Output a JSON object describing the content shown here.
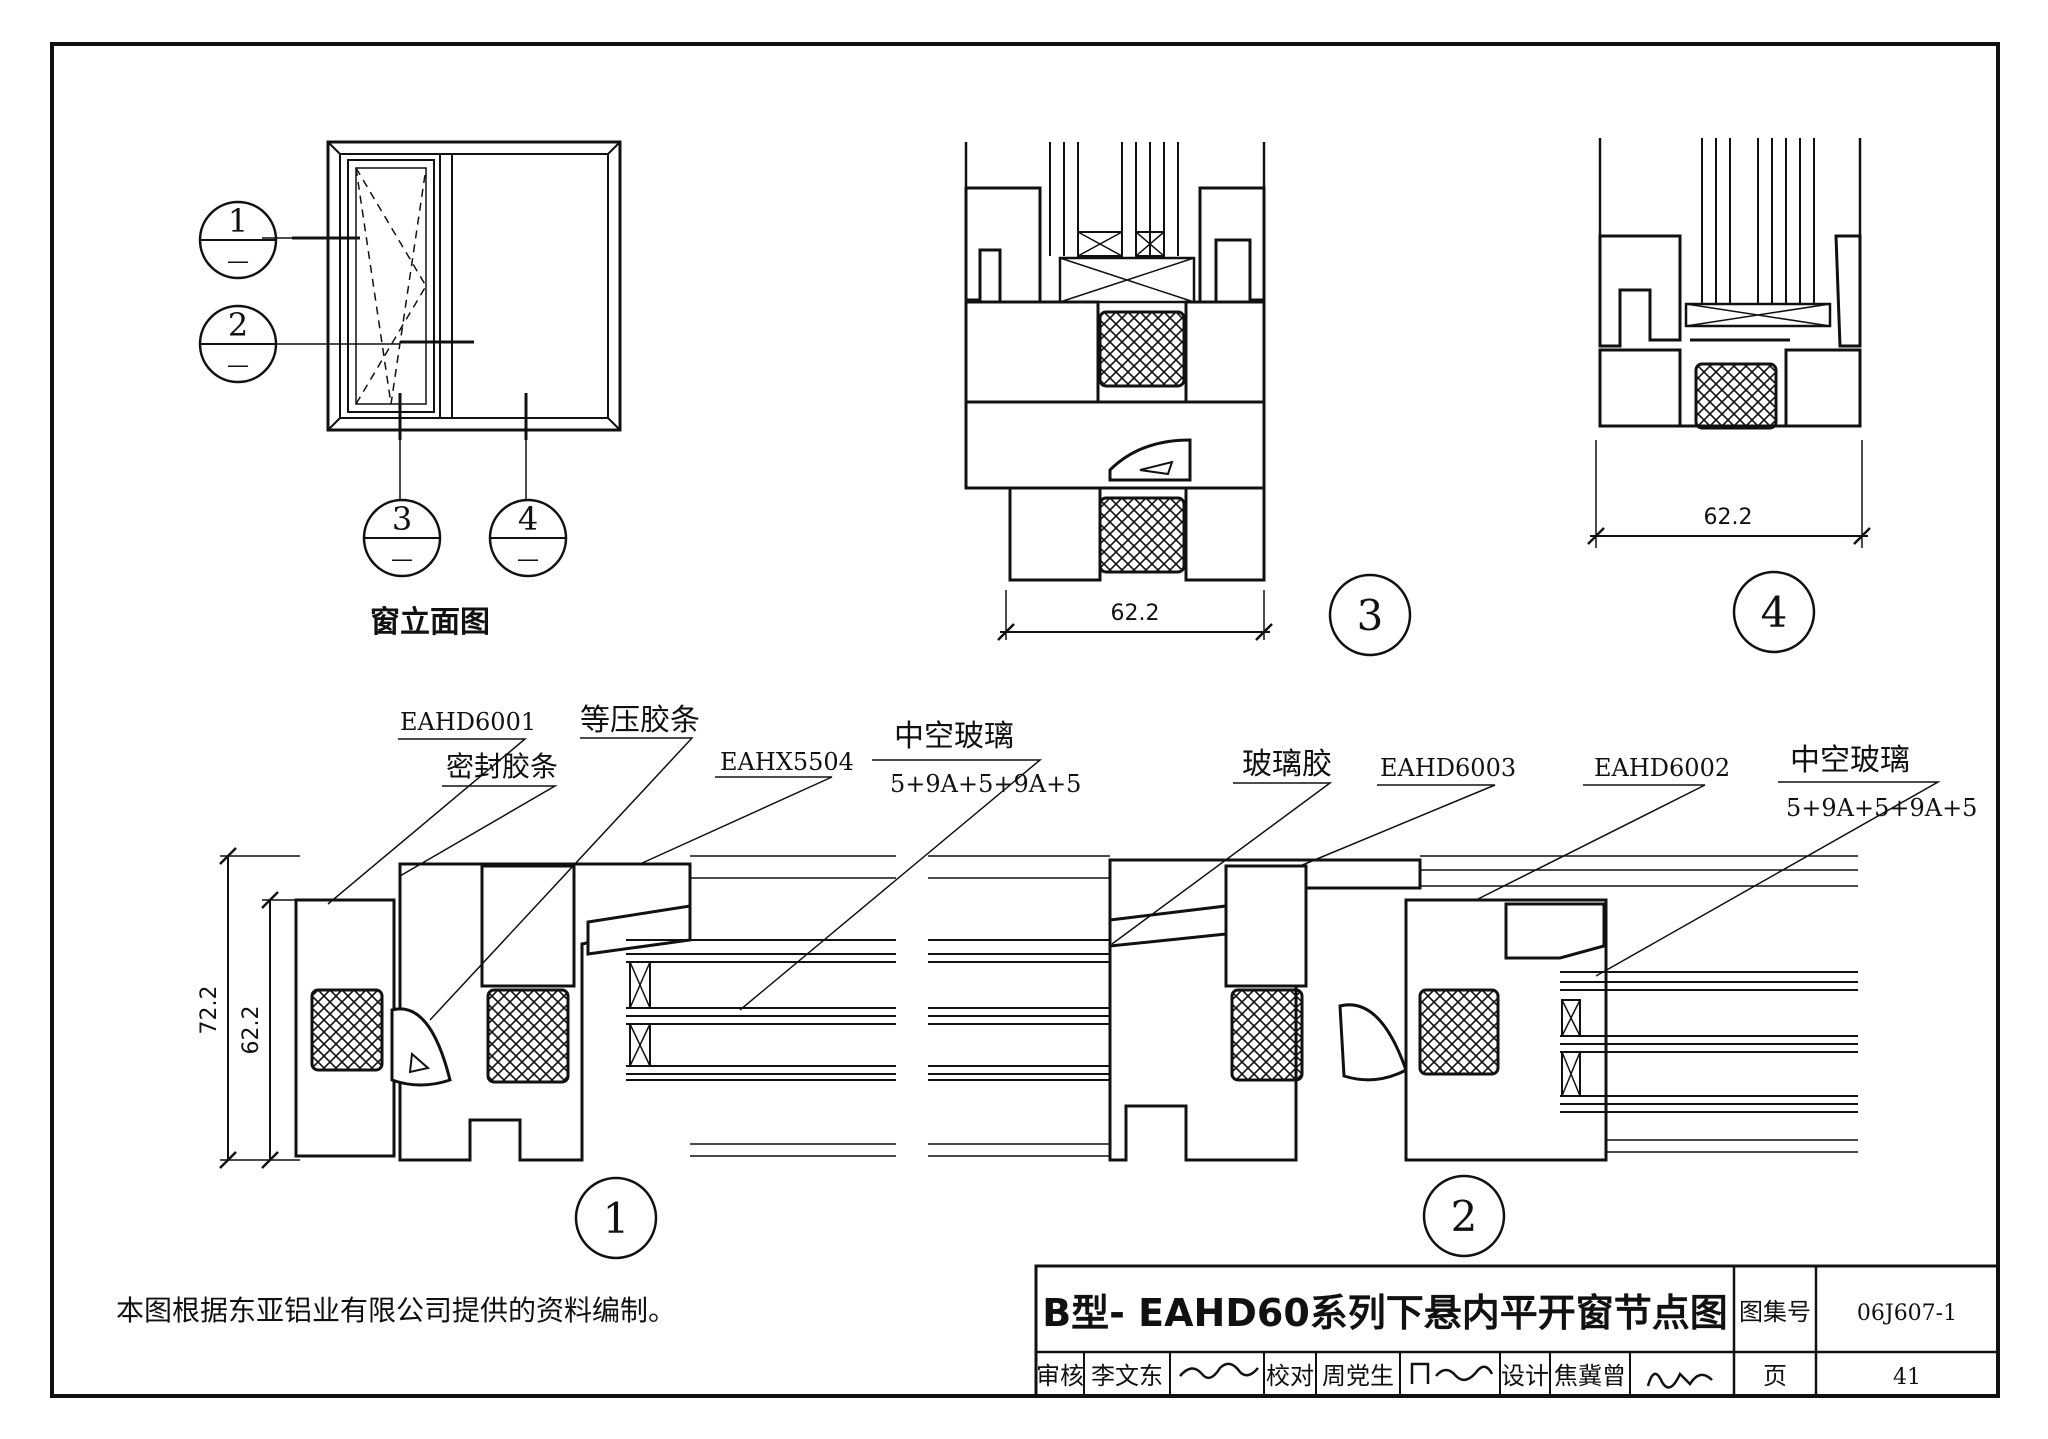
{
  "elevation": {
    "title": "窗立面图",
    "callouts": [
      {
        "num": "1",
        "sub": "—"
      },
      {
        "num": "2",
        "sub": "—"
      },
      {
        "num": "3",
        "sub": "—"
      },
      {
        "num": "4",
        "sub": "—"
      }
    ]
  },
  "details": {
    "d1": {
      "label": "1",
      "dim_outer": "72.2",
      "dim_inner": "62.2"
    },
    "d2": {
      "label": "2"
    },
    "d3": {
      "label": "3",
      "dim": "62.2"
    },
    "d4": {
      "label": "4",
      "dim": "62.2"
    }
  },
  "annotations": {
    "eahd6001": "EAHD6001",
    "pressure_strip": "等压胶条",
    "seal_strip": "密封胶条",
    "eahx5504": "EAHX5504",
    "hollow_glass_1": "中空玻璃",
    "glass_spec_1": "5+9A+5+9A+5",
    "glass_glue": "玻璃胶",
    "eahd6003": "EAHD6003",
    "eahd6002": "EAHD6002",
    "hollow_glass_2": "中空玻璃",
    "glass_spec_2": "5+9A+5+9A+5"
  },
  "note": "本图根据东亚铝业有限公司提供的资料编制。",
  "title_block": {
    "title": "B型- EAHD60系列下悬内平开窗节点图",
    "atlas_label": "图集号",
    "atlas_no": "06J607-1",
    "review_label": "审核",
    "reviewer": "李文东",
    "check_label": "校对",
    "checker": "周党生",
    "design_label": "设计",
    "designer": "焦冀曾",
    "page_label": "页",
    "page_no": "41"
  }
}
